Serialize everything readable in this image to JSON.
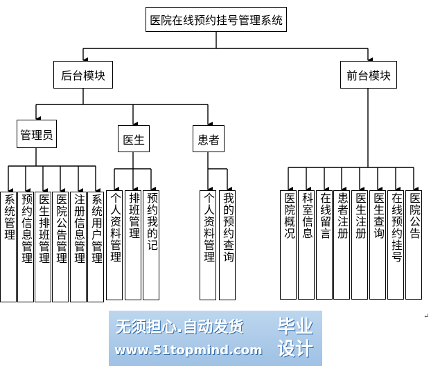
{
  "root": "医院在线预约挂号管理系统",
  "modules": {
    "backend": "后台模块",
    "frontend": "前台模块"
  },
  "roles": {
    "admin": "管理员",
    "doctor": "医生",
    "patient": "患者"
  },
  "admin_items": [
    "系统管理",
    "预约信息管理",
    "医生排班管理",
    "医院公告管理",
    "注册信息管理",
    "系统用户管理"
  ],
  "doctor_items": [
    "个人资料管理",
    "排班管理",
    "预约我的记"
  ],
  "patient_items": [
    "个人资料管理",
    "我的预约查询"
  ],
  "frontend_items": [
    "医院概况",
    "科室信息",
    "在线留言",
    "患者注册",
    "医生注册",
    "医生查询",
    "在线预约挂号",
    "医院公告"
  ],
  "watermark": {
    "line1": "无须担心.自动发货",
    "line2": "www.51topmind.com",
    "badge_top": "毕业",
    "badge_bottom": "设计"
  },
  "paragraph_mark": "↵",
  "colors": {
    "line": "#000000",
    "banner": "#a9c9e8",
    "banner_text": "#ffffff"
  }
}
